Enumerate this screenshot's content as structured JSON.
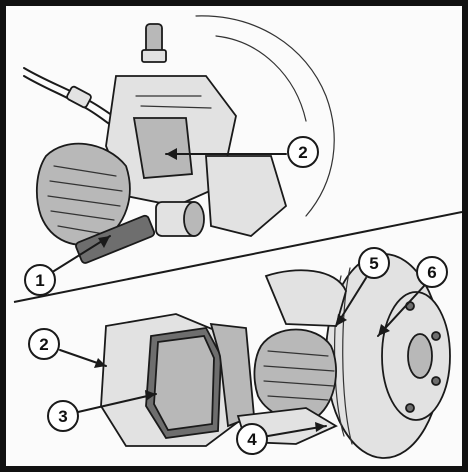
{
  "figure": {
    "callouts": [
      {
        "id": "callout-1",
        "label": "1"
      },
      {
        "id": "callout-2-top",
        "label": "2"
      },
      {
        "id": "callout-2-bottom",
        "label": "2"
      },
      {
        "id": "callout-3",
        "label": "3"
      },
      {
        "id": "callout-4",
        "label": "4"
      },
      {
        "id": "callout-5",
        "label": "5"
      },
      {
        "id": "callout-6",
        "label": "6"
      }
    ]
  }
}
